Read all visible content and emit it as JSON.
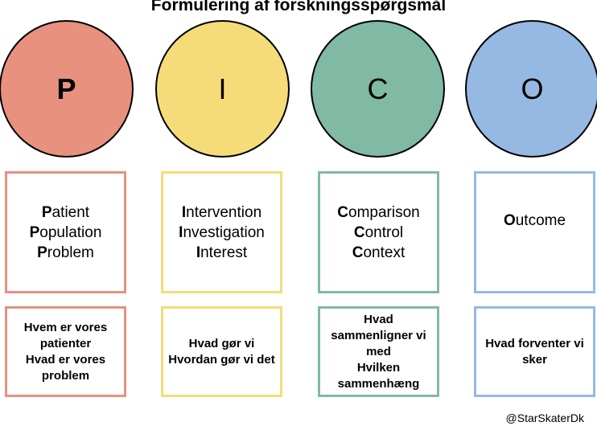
{
  "title": "Formulering af forskningsspørgsmål",
  "columns": [
    {
      "letter": "P",
      "color": "#e8917f",
      "border": "#e8917f",
      "terms": [
        {
          "first": "P",
          "rest": "atient"
        },
        {
          "first": "P",
          "rest": "opulation"
        },
        {
          "first": "P",
          "rest": "roblem"
        }
      ],
      "question": [
        "Hvem er vores patienter",
        "Hvad er vores problem"
      ]
    },
    {
      "letter": "I",
      "color": "#f5dc78",
      "border": "#f5dc78",
      "terms": [
        {
          "first": "I",
          "rest": "ntervention"
        },
        {
          "first": "I",
          "rest": "nvestigation"
        },
        {
          "first": "I",
          "rest": "nterest"
        }
      ],
      "question": [
        "Hvad gør vi",
        "Hvordan gør vi det"
      ]
    },
    {
      "letter": "C",
      "color": "#80b9a4",
      "border": "#80b9a4",
      "terms": [
        {
          "first": "C",
          "rest": "omparison"
        },
        {
          "first": "C",
          "rest": "ontrol"
        },
        {
          "first": "C",
          "rest": "ontext"
        }
      ],
      "question": [
        "Hvad sammenligner vi med",
        "Hvilken sammenhæng"
      ]
    },
    {
      "letter": "O",
      "color": "#96b9e3",
      "border": "#96b9e3",
      "terms": [
        {
          "first": "O",
          "rest": "utcome"
        }
      ],
      "question": [
        "Hvad forventer vi sker"
      ]
    }
  ],
  "credit": "@StarSkaterDk"
}
